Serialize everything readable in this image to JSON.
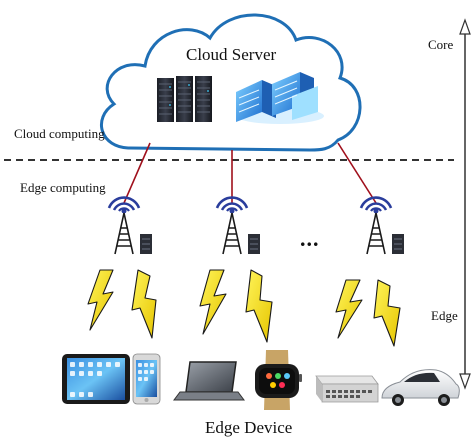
{
  "labels": {
    "cloud_server": "Cloud Server",
    "cloud_computing": "Cloud computing",
    "edge_computing": "Edge computing",
    "core": "Core",
    "edge": "Edge",
    "edge_device": "Edge Device",
    "ellipsis": "..."
  },
  "colors": {
    "cloud_outline": "#1f6fb5",
    "link_line": "#a0101c",
    "bolt_fill": "#f5e11a",
    "tower_ring": "#2a3d9c",
    "divider": "#333333"
  },
  "nodes": {
    "base_stations": [
      {
        "id": "tower-1",
        "icon": "radio-tower-icon"
      },
      {
        "id": "tower-2",
        "icon": "radio-tower-icon"
      },
      {
        "id": "tower-3",
        "icon": "radio-tower-icon"
      }
    ],
    "edge_devices": [
      {
        "id": "tablet",
        "icon": "tablet-icon"
      },
      {
        "id": "smartphone",
        "icon": "smartphone-icon"
      },
      {
        "id": "laptop",
        "icon": "laptop-icon"
      },
      {
        "id": "smartwatch",
        "icon": "smartwatch-icon"
      },
      {
        "id": "network-switch",
        "icon": "network-switch-icon"
      },
      {
        "id": "car",
        "icon": "car-icon"
      }
    ]
  }
}
